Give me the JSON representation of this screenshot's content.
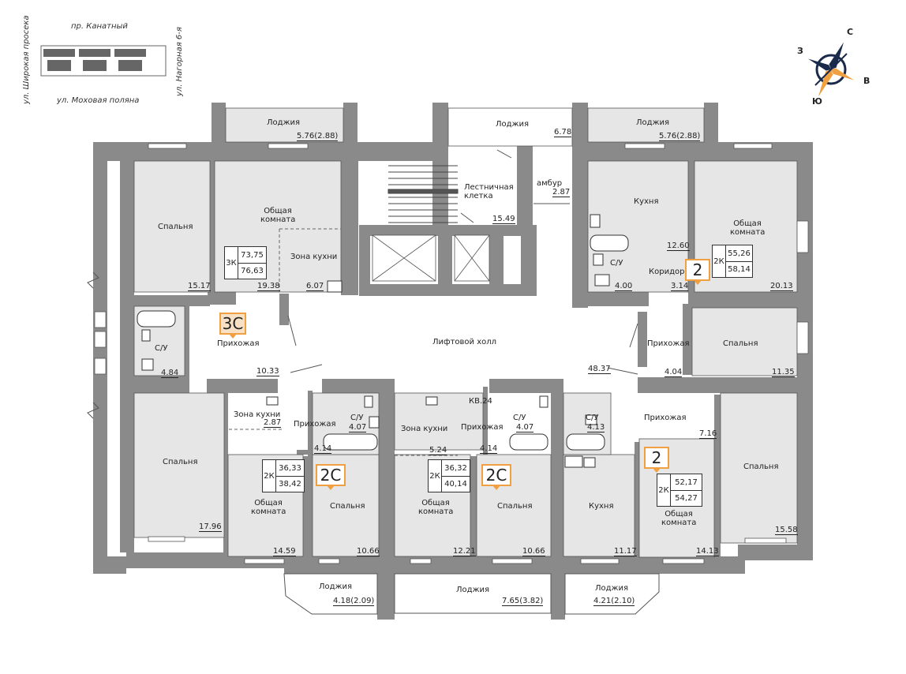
{
  "streets": {
    "top": "пр. Канатный",
    "bottom": "ул. Моховая поляна",
    "left": "ул. Широкая просека",
    "right": "ул. Нагорная 6-я"
  },
  "compass": {
    "n": "С",
    "e": "В",
    "s": "Ю",
    "w": "З"
  },
  "rooms": [
    {
      "id": "loggia-top-left",
      "name": "Лоджия",
      "area": "5.76(2.88)"
    },
    {
      "id": "loggia-top-mid",
      "name": "Лоджия",
      "area": "6.78"
    },
    {
      "id": "loggia-top-right",
      "name": "Лоджия",
      "area": "5.76(2.88)"
    },
    {
      "id": "tambur",
      "name": "амбур",
      "area": "2.87"
    },
    {
      "id": "stair",
      "name": "Лестничная клетка",
      "area": "15.49"
    },
    {
      "id": "bed-3c-top",
      "name": "Спальня",
      "area": "15.17"
    },
    {
      "id": "living-3c",
      "name": "Общая комната",
      "area": "19.38"
    },
    {
      "id": "kitchen-zone-3c",
      "name": "Зона кухни",
      "area": "6.07"
    },
    {
      "id": "bath-3c",
      "name": "С/У",
      "area": "4.84"
    },
    {
      "id": "hall-3c",
      "name": "Прихожая",
      "area": "10.33"
    },
    {
      "id": "bed-3c-bottom",
      "name": "Спальня",
      "area": "17.96"
    },
    {
      "id": "lift-hall",
      "name": "Лифтовой холл",
      "area": "48.37"
    },
    {
      "id": "kitchen-2-top",
      "name": "Кухня",
      "area": "12.60"
    },
    {
      "id": "living-2-top",
      "name": "Общая комната",
      "area": "20.13"
    },
    {
      "id": "bath-2-top",
      "name": "С/У",
      "area": "4.00"
    },
    {
      "id": "corridor-2-top",
      "name": "Коридор",
      "area": "3.14"
    },
    {
      "id": "hall-2-top",
      "name": "Прихожая",
      "area": "4.04"
    },
    {
      "id": "bed-2-top",
      "name": "Спальня",
      "area": "11.35"
    },
    {
      "id": "kitchen-zone-2c-a",
      "name": "Зона кухни",
      "area": "2.87"
    },
    {
      "id": "hall-2c-a",
      "name": "Прихожая",
      "area": "4.14"
    },
    {
      "id": "bath-2c-a",
      "name": "С/У",
      "area": "4.07"
    },
    {
      "id": "living-2c-a",
      "name": "Общая комната",
      "area": "14.59"
    },
    {
      "id": "bed-2c-a",
      "name": "Спальня",
      "area": "10.66"
    },
    {
      "id": "kitchen-zone-2c-b",
      "name": "Зона кухни",
      "area": "5.24"
    },
    {
      "id": "hall-2c-b",
      "name": "Прихожая",
      "area": "4.14"
    },
    {
      "id": "bath-2c-b",
      "name": "С/У",
      "area": "4.07"
    },
    {
      "id": "living-2c-b",
      "name": "Общая комната",
      "area": "12.21"
    },
    {
      "id": "bed-2c-b",
      "name": "Спальня",
      "area": "10.66"
    },
    {
      "id": "bath-2-bottom",
      "name": "С/У",
      "area": "4.13"
    },
    {
      "id": "hall-2-bottom",
      "name": "Прихожая",
      "area": "7.16"
    },
    {
      "id": "kitchen-2-bottom",
      "name": "Кухня",
      "area": "11.17"
    },
    {
      "id": "living-2-bottom",
      "name": "Общая комната",
      "area": "14.13"
    },
    {
      "id": "bed-2-bottom",
      "name": "Спальня",
      "area": "15.58"
    },
    {
      "id": "loggia-bottom-left",
      "name": "Лоджия",
      "area": "4.18(2.09)"
    },
    {
      "id": "loggia-bottom-mid",
      "name": "Лоджия",
      "area": "7.65(3.82)"
    },
    {
      "id": "loggia-bottom-right",
      "name": "Лоджия",
      "area": "4.21(2.10)"
    }
  ],
  "apartments": [
    {
      "id": "3c",
      "badge": "3С",
      "type": "3К",
      "area_living": "73,75",
      "area_total": "76,63"
    },
    {
      "id": "2-top",
      "badge": "2",
      "type": "2К",
      "area_living": "55,26",
      "area_total": "58,14"
    },
    {
      "id": "2c-a",
      "badge": "2С",
      "type": "2К",
      "area_living": "36,33",
      "area_total": "38,42"
    },
    {
      "id": "2c-b",
      "badge": "2С",
      "type": "2К",
      "area_living": "36,32",
      "area_total": "40,14"
    },
    {
      "id": "2-bottom",
      "badge": "2",
      "type": "2К",
      "area_living": "52,17",
      "area_total": "54,27"
    }
  ],
  "unit_label": "КВ.24",
  "colors": {
    "wall": "#8a8a8a",
    "room_gray": "#e6e6e6",
    "room_white": "#ffffff",
    "badge_accent": "#f0a040",
    "badge_fill": "#f7e0c4",
    "compass_dark": "#1a2a4a",
    "compass_orange": "#f0a040"
  }
}
